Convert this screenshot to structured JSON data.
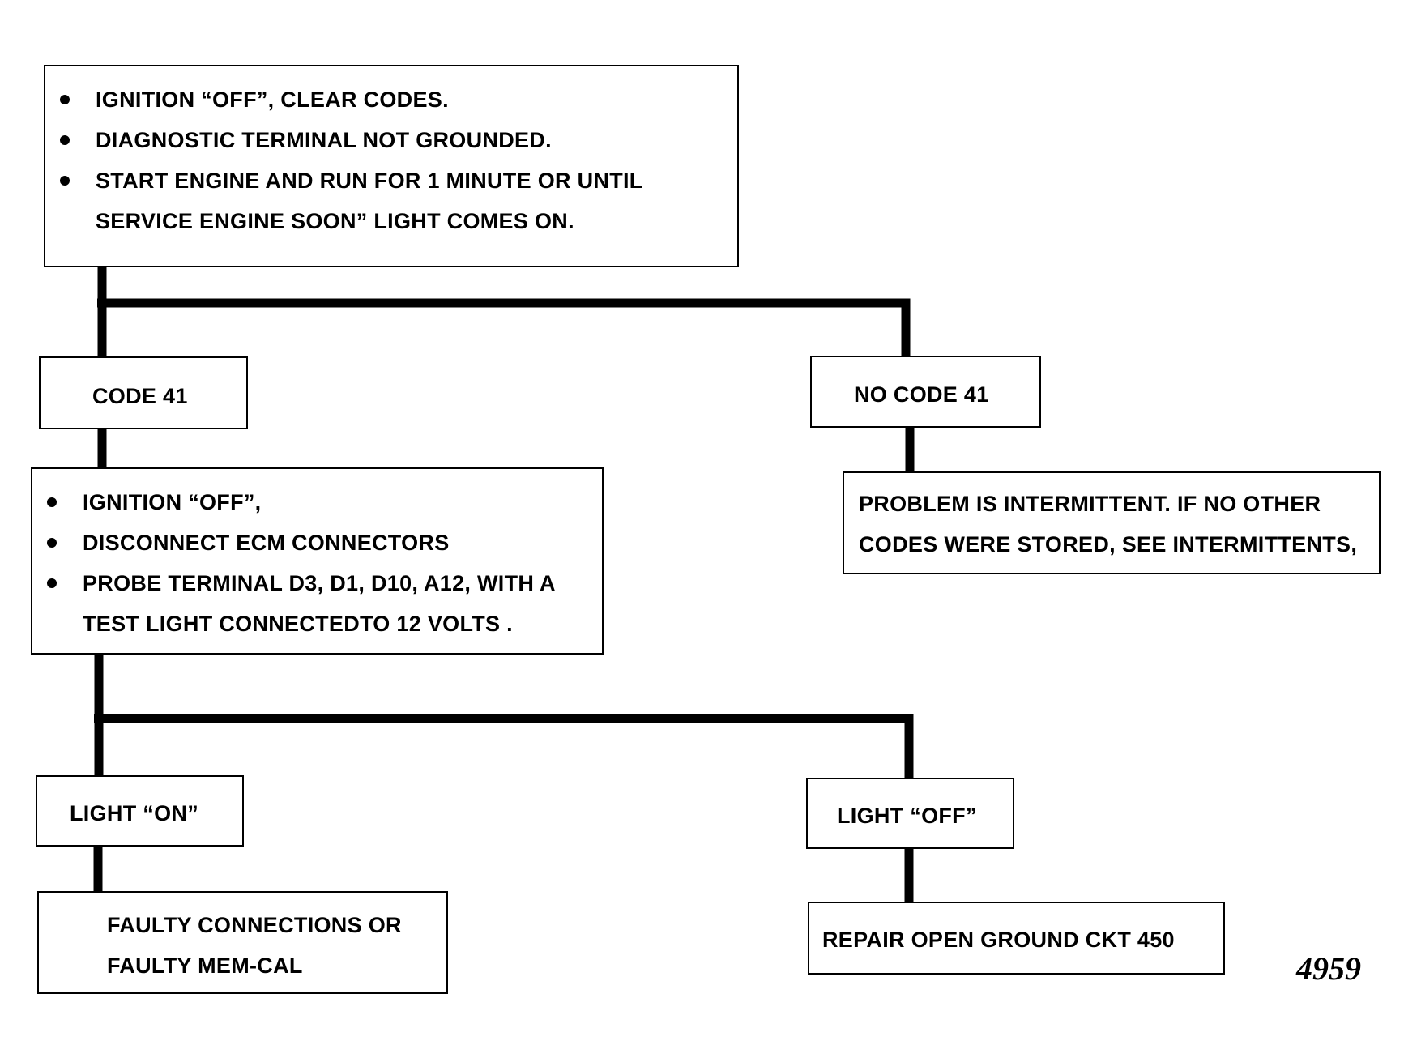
{
  "start_box": {
    "items": [
      "IGNITION “OFF”, CLEAR CODES.",
      "DIAGNOSTIC TERMINAL NOT GROUNDED.",
      "START  ENGINE AND RUN FOR 1 MINUTE OR UNTIL"
    ],
    "continuation": "SERVICE ENGINE SOON” LIGHT COMES ON."
  },
  "code41_box": {
    "label": "CODE  41"
  },
  "no_code41_box": {
    "label": "NO CODE 41"
  },
  "intermittent_box": {
    "line1": "PROBLEM IS INTERMITTENT.  IF NO OTHER",
    "line2": "CODES WERE STORED, SEE INTERMITTENTS,"
  },
  "probe_box": {
    "items": [
      "IGNITION “OFF”,",
      "DISCONNECT ECM CONNECTORS",
      "PROBE TERMINAL D3, D1, D10, A12, WITH A"
    ],
    "continuation": "TEST LIGHT CONNECTEDTO 12 VOLTS ."
  },
  "light_on_box": {
    "label": "LIGHT “ON”"
  },
  "light_off_box": {
    "label": "LIGHT “OFF”"
  },
  "faulty_box": {
    "line1": "FAULTY CONNECTIONS OR",
    "line2": "FAULTY MEM-CAL"
  },
  "repair_box": {
    "label": "REPAIR OPEN GROUND CKT 450"
  },
  "figure_number": "4959"
}
